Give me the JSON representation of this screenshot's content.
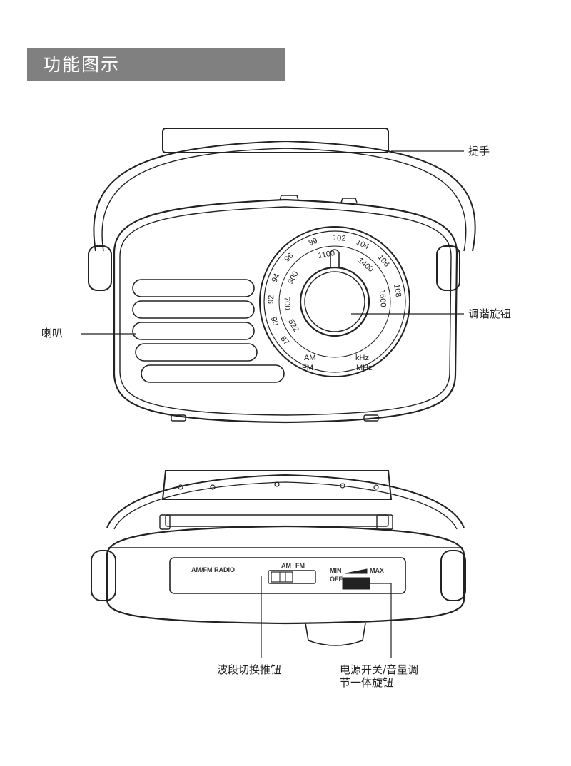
{
  "title": "功能图示",
  "callouts": {
    "handle": "提手",
    "speaker": "喇叭",
    "tuning_knob": "调谐旋钮",
    "band_switch": "波段切换推钮",
    "power_volume_line1": "电源开关/音量调",
    "power_volume_line2": "节一体旋钮"
  },
  "dial": {
    "fm_outer": [
      "87",
      "90",
      "92",
      "94",
      "96",
      "99",
      "102",
      "104",
      "106",
      "108"
    ],
    "am_inner": [
      "522",
      "700",
      "900",
      "1100",
      "1400",
      "1600"
    ],
    "am_label": "AM",
    "fm_label": "FM",
    "khz_label": "kHz",
    "mhz_label": "MHz"
  },
  "top_panel": {
    "brand": "AM/FM RADIO",
    "am": "AM",
    "fm": "FM",
    "min": "MIN",
    "off": "OFF",
    "max": "MAX"
  },
  "colors": {
    "line": "#222222",
    "title_bg": "#808080",
    "title_text": "#ffffff"
  }
}
